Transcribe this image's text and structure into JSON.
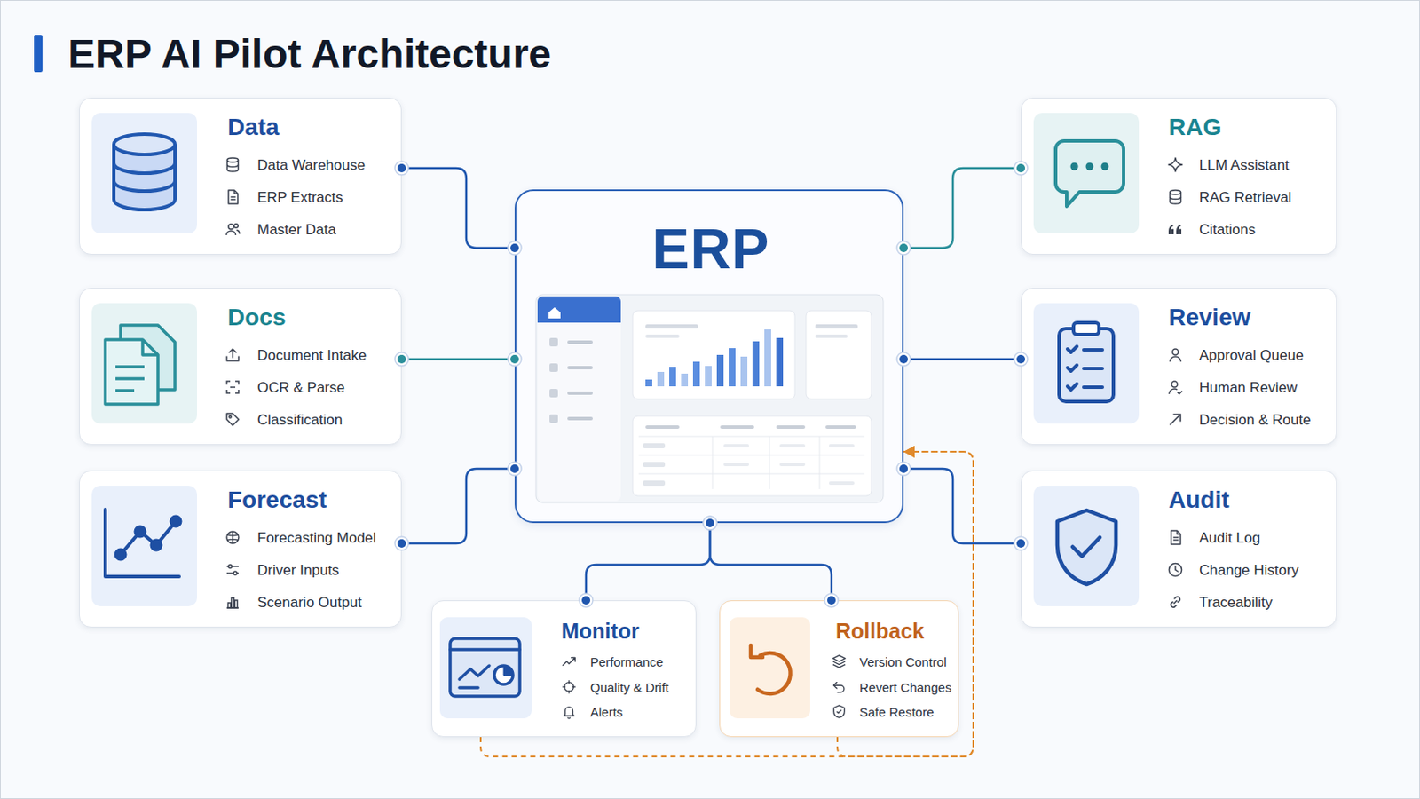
{
  "diagram": {
    "title": "ERP AI Pilot Architecture",
    "nodes": [
      {
        "text": [
          "Data",
          "Data Warehouse",
          "ERP Extracts",
          "Master Data"
        ]
      },
      {
        "text": [
          "ERP"
        ]
      },
      {
        "text": [
          "RAG",
          "LLM Assistant",
          "RAG Retrieval",
          "Citations"
        ]
      },
      {
        "text": [
          "Docs",
          "Document Intake",
          "OCR & Parse",
          "Classification"
        ]
      },
      {
        "text": [
          "Review",
          "Approval Queue",
          "Human Review",
          "Decision & Route"
        ]
      },
      {
        "text": [
          "Forecast",
          "Forecasting Model",
          "Driver Inputs",
          "Scenario Output"
        ]
      },
      {
        "text": [
          "Audit",
          "Audit Log",
          "Change History",
          "Traceability"
        ]
      },
      {
        "text": [
          "Monitor",
          "Performance",
          "Quality & Drift",
          "Alerts"
        ]
      },
      {
        "text": [
          "Rollback",
          "Version Control",
          "Revert Changes",
          "Safe Restore"
        ]
      }
    ],
    "edges": [
      {
        "from": 0,
        "to": 1,
        "arrow": "none"
      },
      {
        "from": 1,
        "to": 2,
        "arrow": "none"
      },
      {
        "from": 3,
        "to": 1,
        "arrow": "none"
      },
      {
        "from": 1,
        "to": 4,
        "arrow": "none"
      },
      {
        "from": 5,
        "to": 1,
        "arrow": "none"
      },
      {
        "from": 1,
        "to": 6,
        "arrow": "none"
      },
      {
        "from": 1,
        "to": 7,
        "arrow": "none"
      },
      {
        "from": 1,
        "to": 8,
        "arrow": "none"
      },
      {
        "from": 7,
        "to": 1,
        "arrow": "to"
      },
      {
        "from": 8,
        "to": 1,
        "arrow": "to"
      }
    ]
  }
}
